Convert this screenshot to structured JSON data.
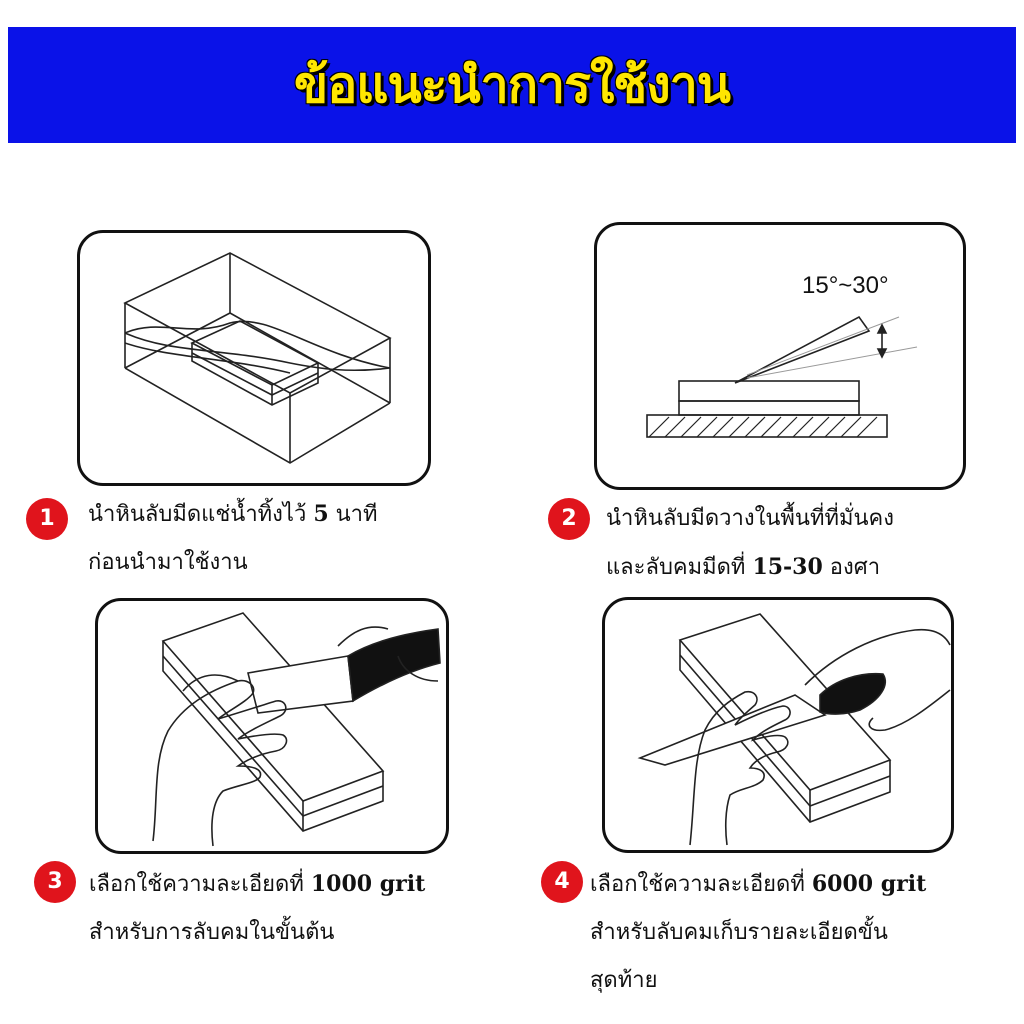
{
  "header": {
    "title": "ข้อแนะนำการใช้งาน"
  },
  "panel2": {
    "angle_label": "15°~30°"
  },
  "steps": [
    {
      "number": "1",
      "line1_before": "นำหินลับมีดแช่น้ำทิ้งไว้ ",
      "line1_bold": "5",
      "line1_after": " นาที",
      "line2": "ก่อนนำมาใช้งาน"
    },
    {
      "number": "2",
      "line1": "นำหินลับมีดวางในพื้นที่ที่มั่นคง",
      "line2_before": "และลับคมมีดที่ ",
      "line2_bold": "15-30",
      "line2_after": " องศา"
    },
    {
      "number": "3",
      "line1_before": "เลือกใช้ความละเอียดที่ ",
      "line1_bold": "1000 grit",
      "line2": "สำหรับการลับคมในขั้นต้น"
    },
    {
      "number": "4",
      "line1_before": "เลือกใช้ความละเอียดที่ ",
      "line1_bold": "6000 grit",
      "line2": "สำหรับลับคมเก็บรายละเอียดขั้น",
      "line3": "สุดท้าย"
    }
  ],
  "icons": {
    "badge_color": "#e0141c",
    "header_bg": "#0a12e8",
    "header_text": "#ffe600"
  }
}
